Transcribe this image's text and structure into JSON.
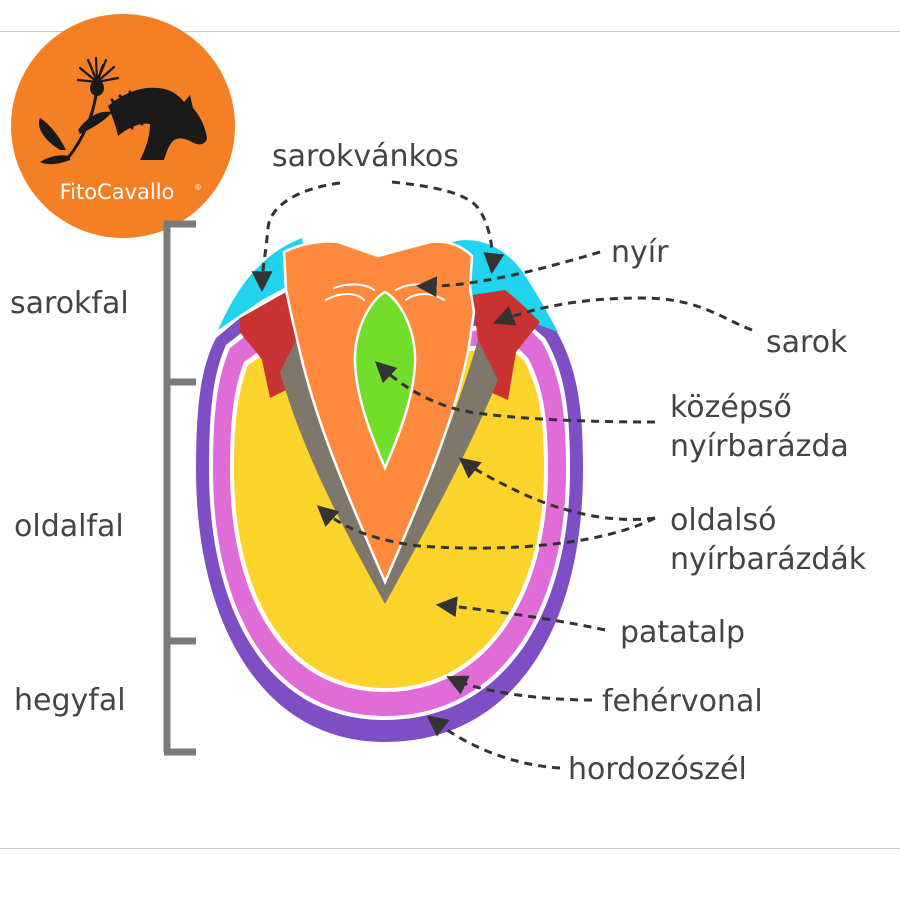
{
  "brand": {
    "name": "FitoCavallo",
    "registered_mark": "®",
    "color": "#F47F24",
    "icon": "horse-head-with-thistle-icon"
  },
  "diagram": {
    "region_labels": {
      "heel_wall": "sarokfal",
      "side_wall": "oldalfal",
      "toe_wall": "hegyfal"
    },
    "part_labels": {
      "bars": "sarokvánkos",
      "frog": "nyír",
      "heel": "sarok",
      "central_sulcus_line1": "középső",
      "central_sulcus_line2": "nyírbarázda",
      "lateral_sulci_line1": "oldalsó",
      "lateral_sulci_line2": "nyírbarázdák",
      "sole": "patatalp",
      "white_line": "fehérvonal",
      "wall": "hordozószél"
    },
    "colors": {
      "bulbs": "#22D3EE",
      "frog": "#FF8A3D",
      "heel": "#C83232",
      "central_sulcus": "#72DD2B",
      "lateral_sulci": "#7D776C",
      "sole": "#FDD42B",
      "white_line": "#E06CD8",
      "hoof_wall": "#7E4FC4",
      "bracket": "#7A7A7A",
      "arrow": "#333333",
      "label_text": "#444444"
    }
  }
}
